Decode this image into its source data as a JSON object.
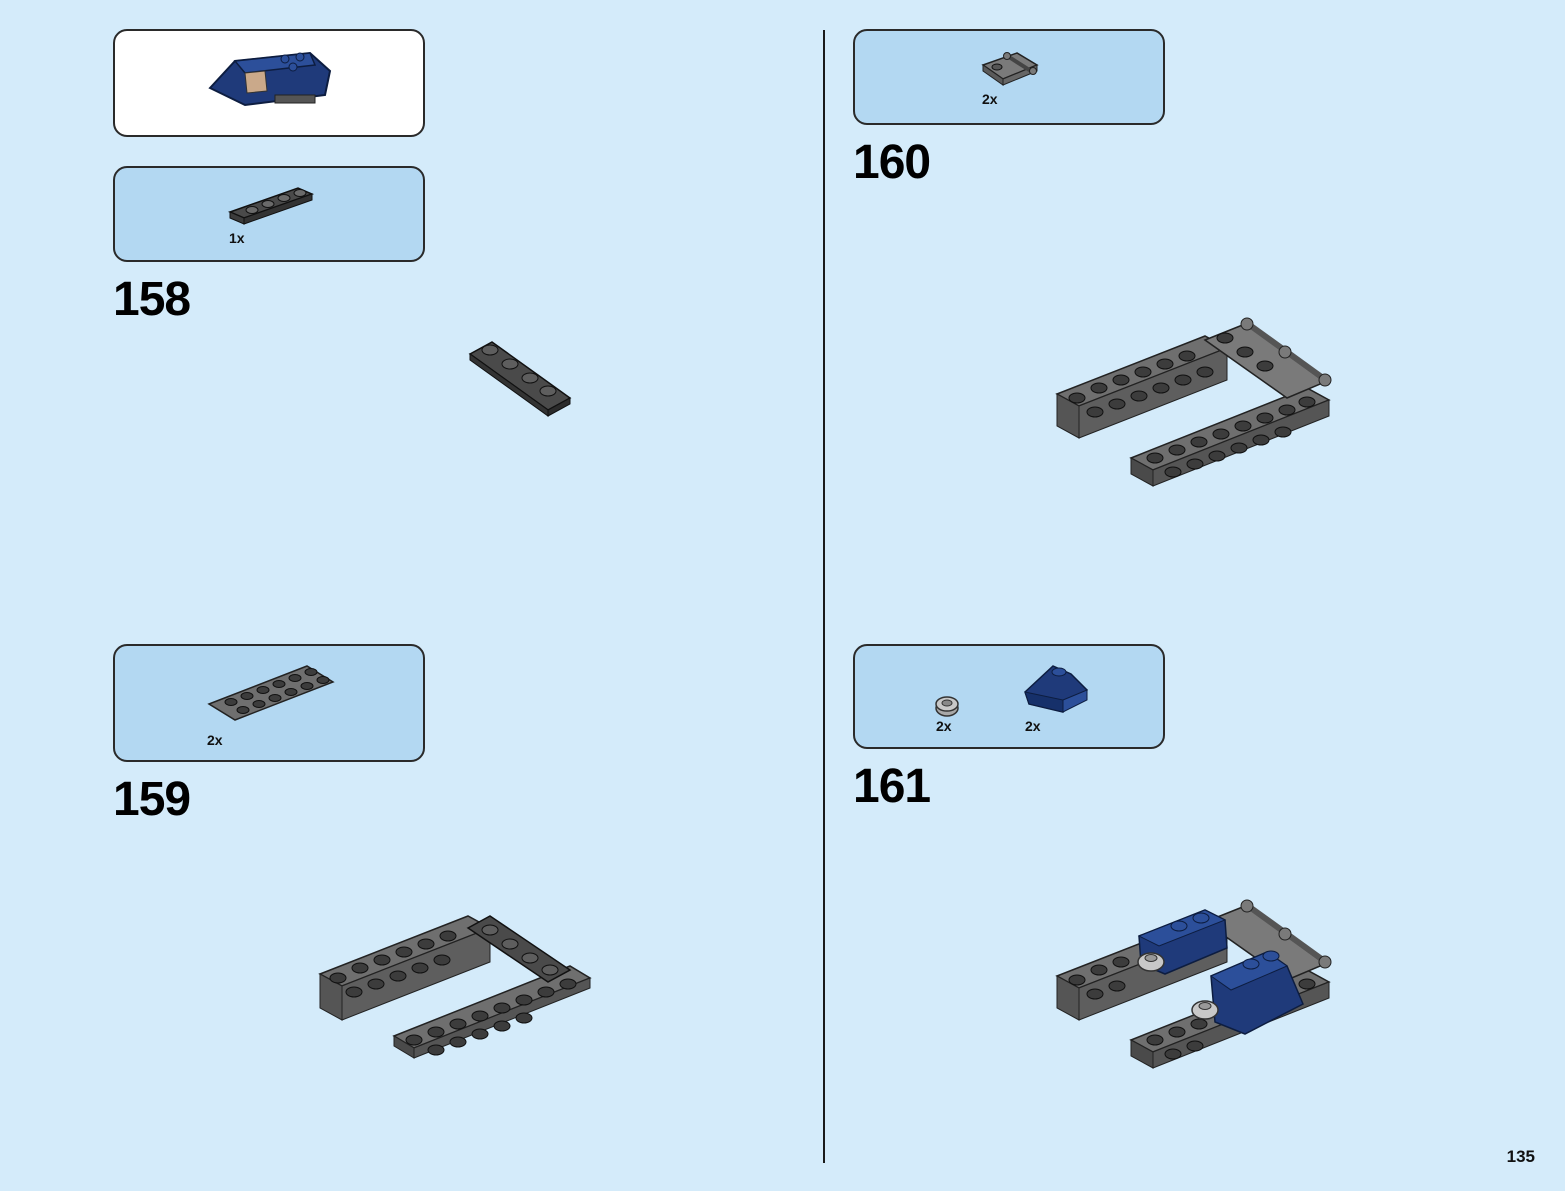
{
  "page_number": "135",
  "steps": [
    {
      "number": "158",
      "parts": [
        {
          "qty": "1x",
          "icon": "dark-gray-plate-1x4-icon"
        }
      ]
    },
    {
      "number": "159",
      "parts": [
        {
          "qty": "2x",
          "icon": "dark-gray-plate-2x6-icon"
        }
      ]
    },
    {
      "number": "160",
      "parts": [
        {
          "qty": "2x",
          "icon": "gray-plate-with-bar-handle-icon"
        }
      ]
    },
    {
      "number": "161",
      "parts": [
        {
          "qty": "2x",
          "icon": "light-gray-round-tile-icon"
        },
        {
          "qty": "2x",
          "icon": "dark-blue-slope-brick-icon"
        }
      ]
    }
  ],
  "subassembly_preview": {
    "icon": "dark-blue-vehicle-subassembly-icon"
  },
  "colors": {
    "background": "#d4ebfa",
    "parts_box": "#b3d8f2",
    "dark_gray": "#4a4a4a",
    "gray": "#6f6f6f",
    "dark_blue": "#1f3a7a"
  }
}
